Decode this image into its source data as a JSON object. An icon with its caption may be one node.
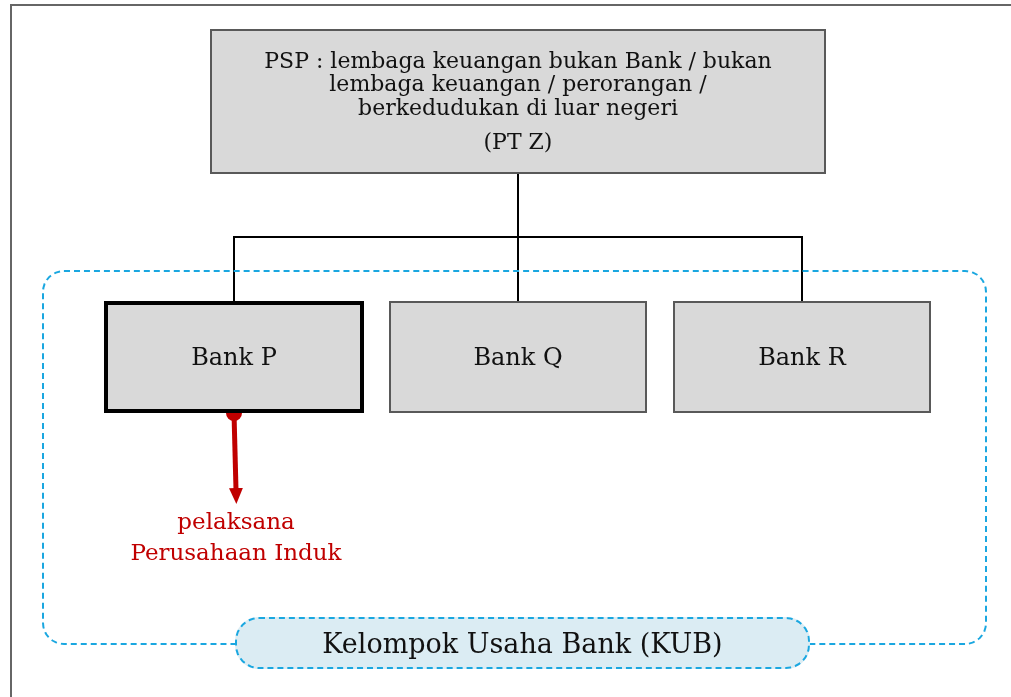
{
  "diagram": {
    "nodes": [
      {
        "text": [
          "PSP : lembaga keuangan bukan Bank / bukan lembaga keuangan / perorangan / berkedudukan di luar negeri",
          "(PT Z)"
        ]
      },
      {
        "text": [
          "Kelompok Usaha Bank (KUB)"
        ]
      },
      {
        "text": [
          "Bank P"
        ],
        "in": 1
      },
      {
        "text": [
          "Bank Q"
        ],
        "in": 1
      },
      {
        "text": [
          "Bank R"
        ],
        "in": 1
      },
      {
        "text": [
          "pelaksana Perusahaan Induk"
        ],
        "in": 1
      }
    ],
    "edges": [
      {
        "from": 0,
        "to": 2,
        "arrow": "none"
      },
      {
        "from": 0,
        "to": 3,
        "arrow": "none"
      },
      {
        "from": 0,
        "to": 4,
        "arrow": "none"
      },
      {
        "from": 2,
        "to": 5,
        "arrow": "to",
        "style": "thick",
        "color": "#c00000"
      }
    ]
  }
}
